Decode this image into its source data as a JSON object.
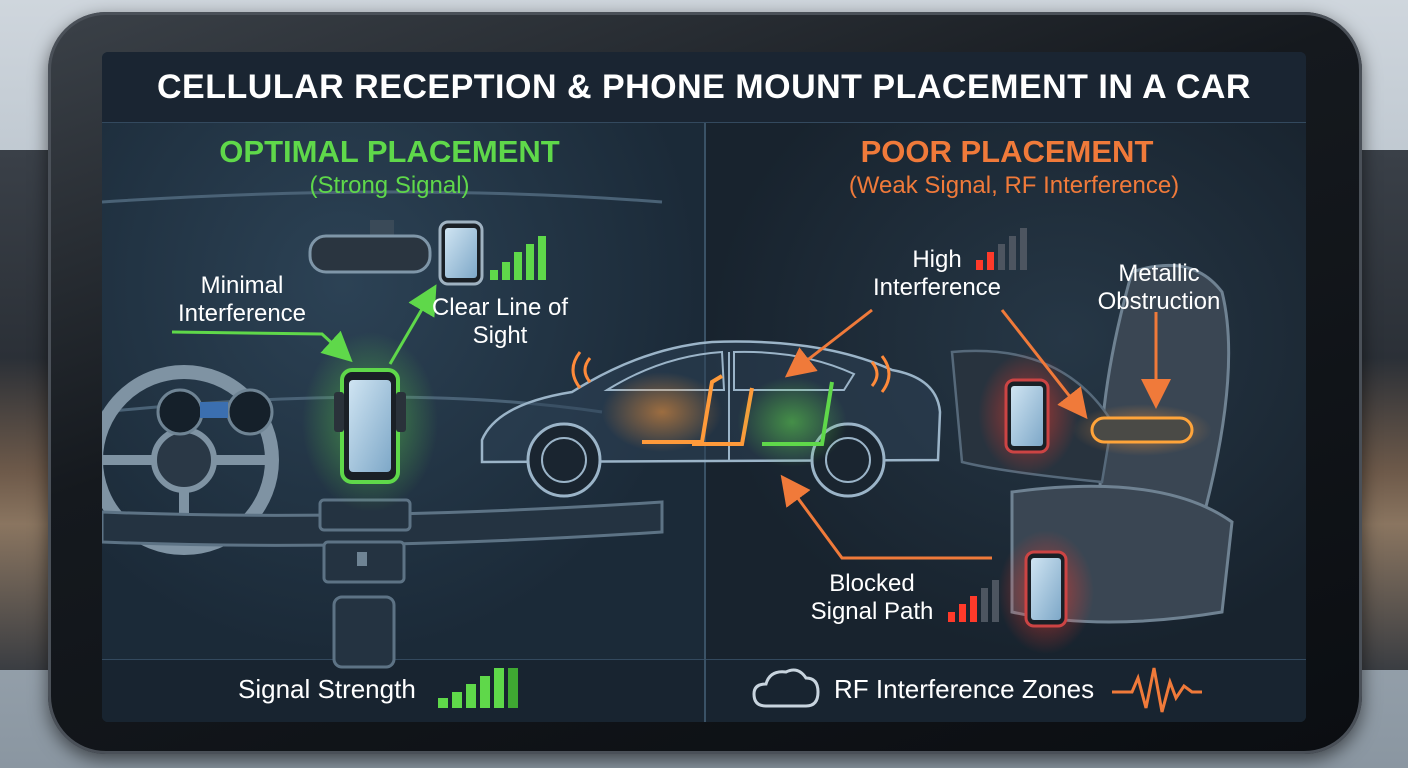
{
  "title": "CELLULAR RECEPTION & PHONE MOUNT PLACEMENT IN A CAR",
  "colors": {
    "optimal": "#5fd84a",
    "poor": "#f07a3a",
    "interference": "#ff4a3a",
    "screen_bg": "#1c2c3b"
  },
  "left_panel": {
    "heading": "OPTIMAL PLACEMENT",
    "subheading": "(Strong Signal)",
    "label_minimal": "Minimal Interference",
    "label_clear": "Clear Line of Sight"
  },
  "right_panel": {
    "heading": "POOR PLACEMENT",
    "subheading": "(Weak Signal, RF Interference)",
    "label_high": "High Interference",
    "label_metallic": "Metallic Obstruction",
    "label_blocked": "Blocked Signal Path"
  },
  "footer": {
    "signal_strength": "Signal Strength",
    "rf_zones": "RF Interference Zones"
  },
  "icons": {
    "signal": "signal-bars-icon",
    "cloud": "cloud-icon",
    "pulse": "pulse-wave-icon",
    "phone": "phone-icon"
  }
}
